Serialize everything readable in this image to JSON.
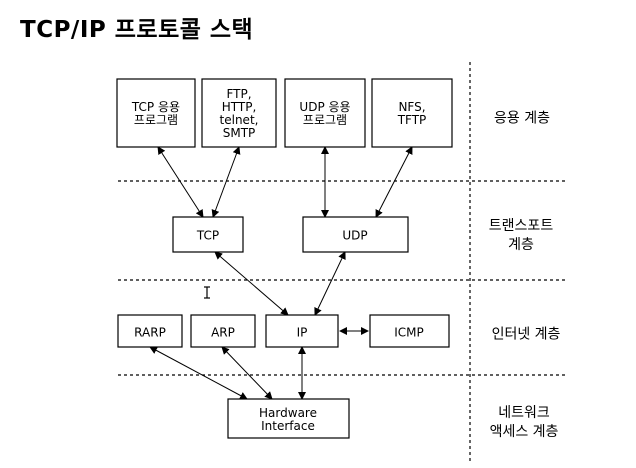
{
  "title": "TCP/IP 프로토콜 스택",
  "boxes": {
    "tcp_app": [
      "TCP 응용",
      "프로그램"
    ],
    "ftp": [
      "FTP,",
      "HTTP,",
      "telnet,",
      "SMTP"
    ],
    "udp_app": [
      "UDP 응용",
      "프로그램"
    ],
    "nfs": [
      "NFS,",
      "TFTP"
    ],
    "tcp": [
      "TCP"
    ],
    "udp": [
      "UDP"
    ],
    "rarp": [
      "RARP"
    ],
    "arp": [
      "ARP"
    ],
    "ip": [
      "IP"
    ],
    "icmp": [
      "ICMP"
    ],
    "hardware": [
      "Hardware",
      "Interface"
    ]
  },
  "layers": {
    "application": [
      "응용 계층"
    ],
    "transport": [
      "트랜스포트",
      "계층"
    ],
    "internet": [
      "인터넷 계층"
    ],
    "network_access": [
      "네트워크",
      "액세스 계층"
    ]
  }
}
